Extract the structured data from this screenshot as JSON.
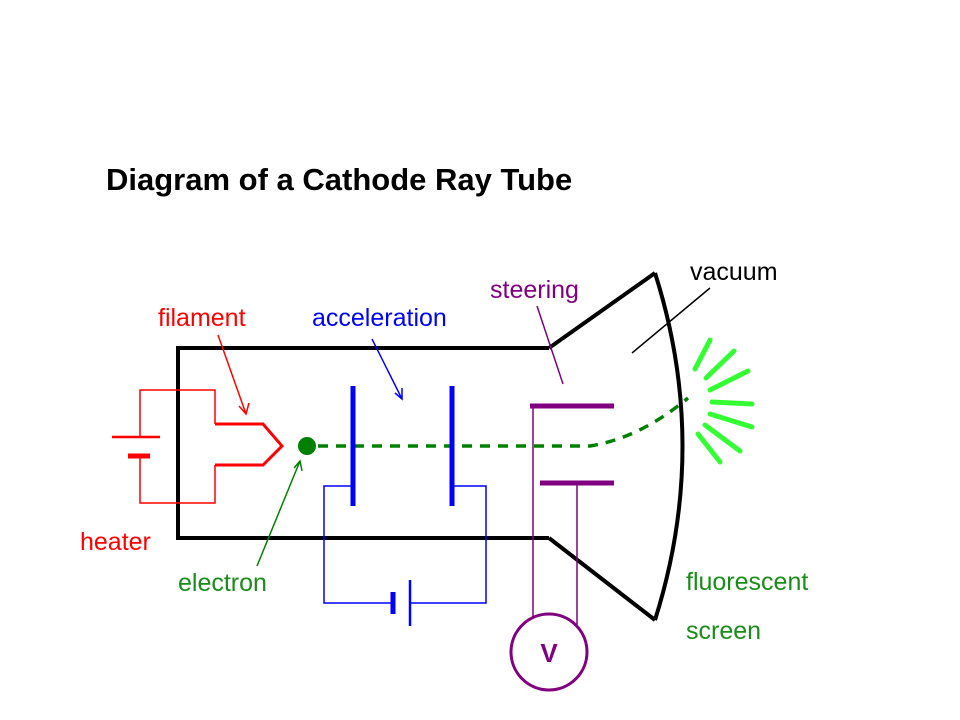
{
  "diagram": {
    "title": "Diagram of a Cathode Ray Tube",
    "labels": {
      "filament": "filament",
      "acceleration": "acceleration",
      "steering": "steering",
      "vacuum": "vacuum",
      "heater": "heater",
      "electron": "electron",
      "fluorescent": "fluorescent",
      "screen": "screen",
      "voltmeter": "V"
    },
    "colors": {
      "tube": "#000000",
      "heater": "#ff0000",
      "electron": "#008000",
      "acceleration": "#0000ff",
      "steering": "#800080",
      "screen_glow": "#33ff33",
      "label_green": "#1a8c1a"
    }
  }
}
